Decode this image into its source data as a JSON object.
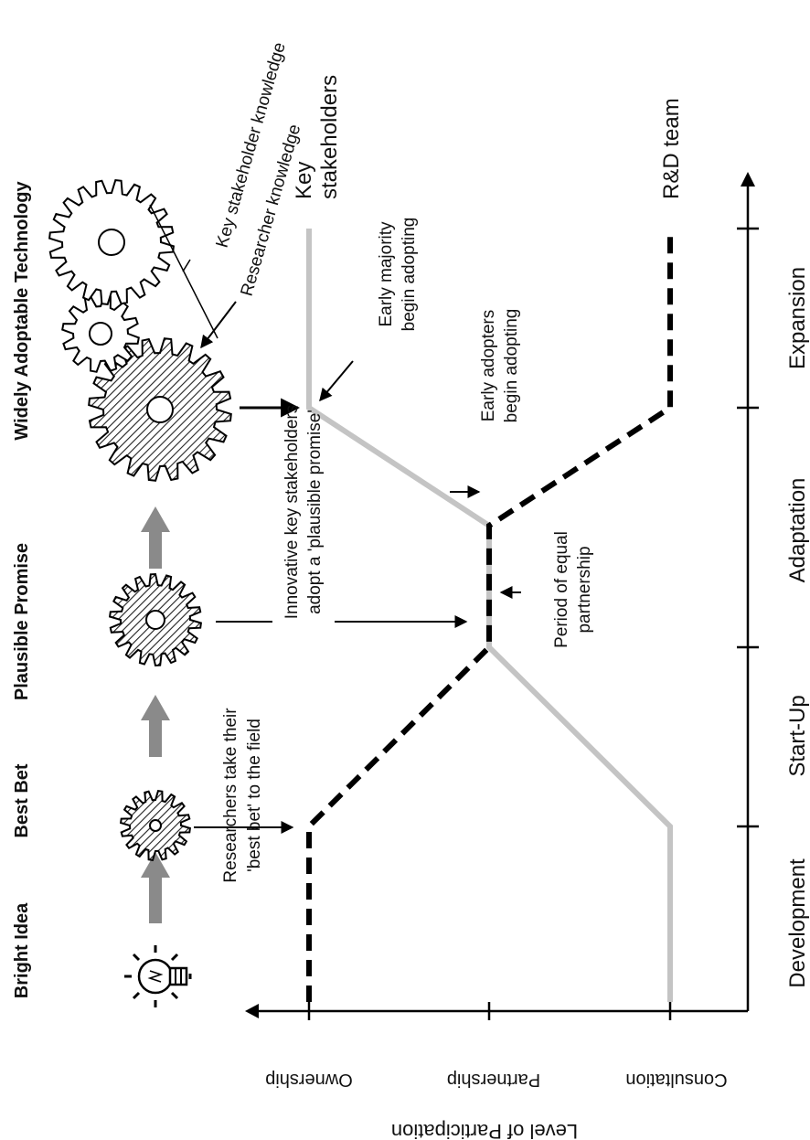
{
  "stages": [
    "Bright Idea",
    "Best Bet",
    "Plausible Promise",
    "Widely Adoptable Technology"
  ],
  "axes": {
    "y_title": "Level of Participation",
    "y_levels": [
      "Ownership",
      "Partnership",
      "Consultation"
    ],
    "phases": [
      "Development",
      "Start-Up",
      "Adaptation",
      "Expansion"
    ]
  },
  "series": {
    "key_stakeholders": [
      "Key",
      "stakeholders"
    ],
    "rd_team": "R&D team"
  },
  "annotations": {
    "researchers": [
      "Researchers take their",
      "'best bet' to the field"
    ],
    "innovative": [
      "Innovative key stakeholders",
      "adopt a 'plausible promise'"
    ],
    "equal_partnership": [
      "Period of  equal",
      "partnership"
    ],
    "early_adopters": [
      "Early adopters",
      "begin adopting"
    ],
    "early_majority": [
      "Early majority",
      "begin adopting"
    ],
    "key_stakeholder_knowledge": "Key stakeholder knowledge",
    "researcher_knowledge": "Researcher knowledge"
  },
  "colors": {
    "key_stakeholders_line": "#c4c4c4",
    "rd_team_line": "#000000",
    "progress_arrows": "#8a8a8a"
  }
}
